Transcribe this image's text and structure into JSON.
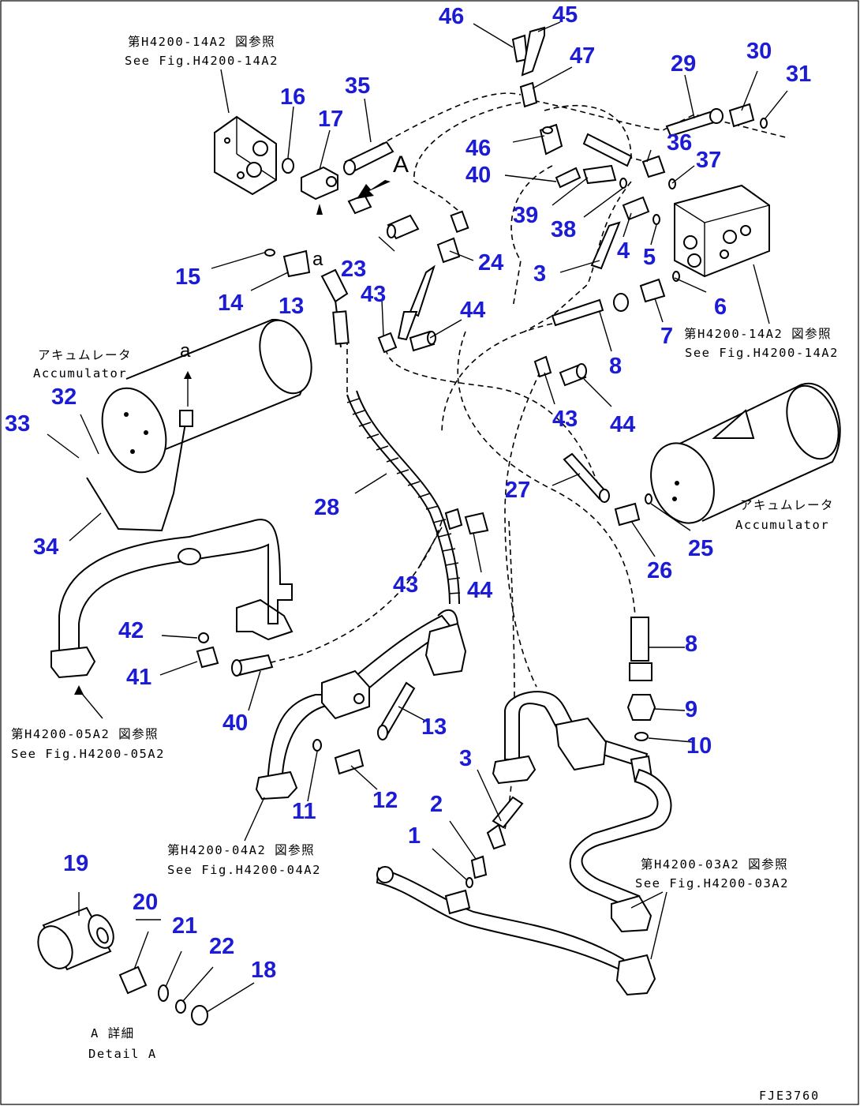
{
  "figure_code": "FJE3760",
  "callout_numbers": {
    "n46a": "46",
    "n45": "45",
    "n47": "47",
    "n29": "29",
    "n30": "30",
    "n31": "31",
    "n16": "16",
    "n35": "35",
    "n17": "17",
    "n36": "36",
    "n37": "37",
    "n46b": "46",
    "n40a": "40",
    "n39": "39",
    "n38": "38",
    "n4": "4",
    "n5": "5",
    "n23": "23",
    "n24": "24",
    "n3a": "3",
    "n15": "15",
    "n14": "14",
    "n13a": "13",
    "n43a": "43",
    "n44a": "44",
    "n6": "6",
    "n7": "7",
    "n8a": "8",
    "n43b": "43",
    "n44b": "44",
    "n32": "32",
    "n33": "33",
    "n27": "27",
    "n28": "28",
    "n25": "25",
    "n26": "26",
    "n34": "34",
    "n43c": "43",
    "n44c": "44",
    "n42": "42",
    "n41": "41",
    "n8b": "8",
    "n9": "9",
    "n40b": "40",
    "n13b": "13",
    "n10": "10",
    "n3b": "3",
    "n11": "11",
    "n12": "12",
    "n2": "2",
    "n1": "1",
    "n19": "19",
    "n20": "20",
    "n21": "21",
    "n22": "22",
    "n18": "18"
  },
  "references": {
    "top_left_jp": "第H4200-14A2 図参照",
    "top_left_en": "See Fig.H4200-14A2",
    "right_jp": "第H4200-14A2 図参照",
    "right_en": "See Fig.H4200-14A2",
    "left_mid_jp": "第H4200-05A2 図参照",
    "left_mid_en": "See Fig.H4200-05A2",
    "bottom_mid_jp": "第H4200-04A2 図参照",
    "bottom_mid_en": "See Fig.H4200-04A2",
    "bottom_right_jp": "第H4200-03A2 図参照",
    "bottom_right_en": "See Fig.H4200-03A2"
  },
  "accumulator_labels": {
    "left_jp": "アキュムレータ",
    "left_en": "Accumulator",
    "right_jp": "アキュムレータ",
    "right_en": "Accumulator"
  },
  "detail": {
    "jp": "A 詳細",
    "en": "Detail A",
    "arrow_letter": "A",
    "point_a_1": "a",
    "point_a_2": "a"
  }
}
